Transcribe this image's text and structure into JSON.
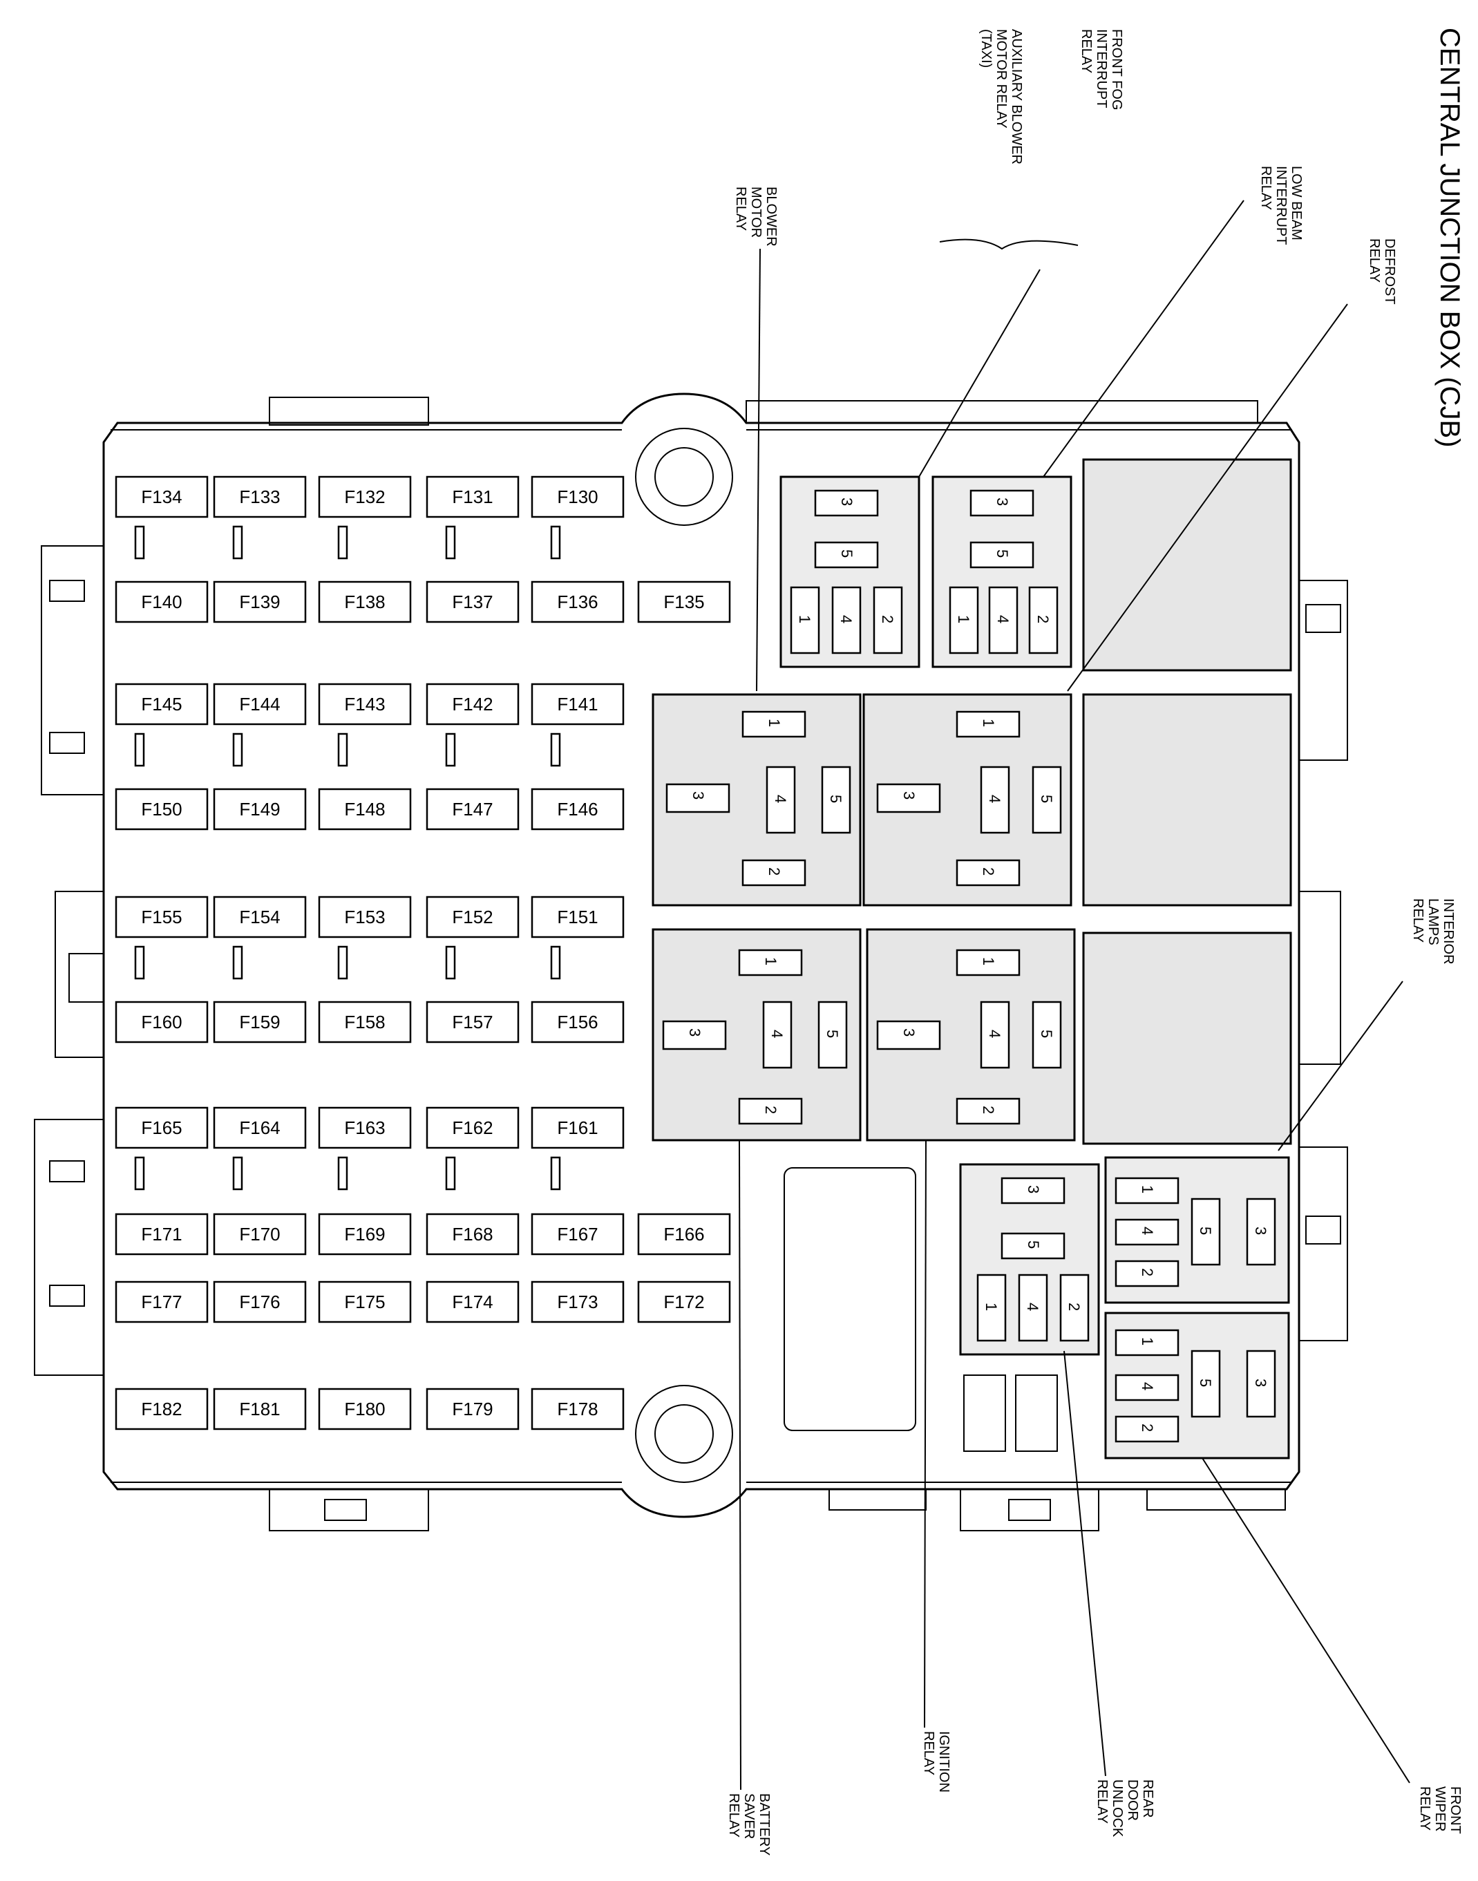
{
  "title": "CENTRAL JUNCTION BOX (CJB)",
  "fuse_rows": [
    [
      "F134",
      "F133",
      "F132",
      "F131",
      "F130"
    ],
    [
      "F140",
      "F139",
      "F138",
      "F137",
      "F136",
      "F135"
    ],
    [
      "F145",
      "F144",
      "F143",
      "F142",
      "F141"
    ],
    [
      "F150",
      "F149",
      "F148",
      "F147",
      "F146"
    ],
    [
      "F155",
      "F154",
      "F153",
      "F152",
      "F151"
    ],
    [
      "F160",
      "F159",
      "F158",
      "F157",
      "F156"
    ],
    [
      "F165",
      "F164",
      "F163",
      "F162",
      "F161"
    ],
    [
      "F171",
      "F170",
      "F169",
      "F168",
      "F167",
      "F166"
    ],
    [
      "F177",
      "F176",
      "F175",
      "F174",
      "F173",
      "F172"
    ],
    [
      "F182",
      "F181",
      "F180",
      "F179",
      "F178"
    ]
  ],
  "relay_labels": {
    "front_fog_interrupt": [
      "FRONT FOG",
      "INTERRUPT",
      "RELAY"
    ],
    "auxiliary_blower": [
      "AUXILIARY BLOWER",
      "MOTOR RELAY",
      "(TAXI)"
    ],
    "low_beam_interrupt": [
      "LOW BEAM",
      "INTERRUPT",
      "RELAY"
    ],
    "defrost": [
      "DEFROST",
      "RELAY"
    ],
    "blower_motor": [
      "BLOWER",
      "MOTOR",
      "RELAY"
    ],
    "interior_lamps": [
      "INTERIOR",
      "LAMPS",
      "RELAY"
    ],
    "battery_saver": [
      "BATTERY",
      "SAVER",
      "RELAY"
    ],
    "ignition": [
      "IGNITION",
      "RELAY"
    ],
    "rear_door_unlock": [
      "REAR",
      "DOOR",
      "UNLOCK",
      "RELAY"
    ],
    "front_wiper": [
      "FRONT",
      "WIPER",
      "RELAY"
    ]
  },
  "pins": {
    "p1": "1",
    "p2": "2",
    "p3": "3",
    "p4": "4",
    "p5": "5"
  }
}
